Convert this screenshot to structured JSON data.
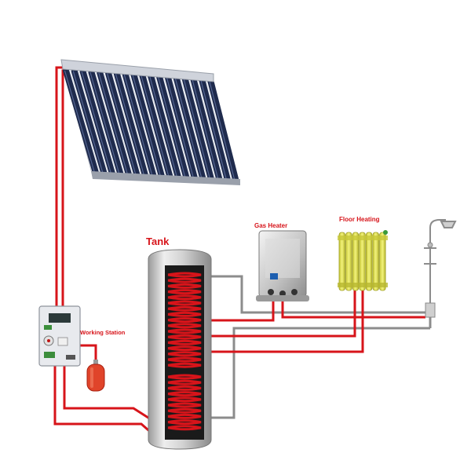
{
  "labels": {
    "tank": "Tank",
    "gas_heater": "Gas Heater",
    "floor_heating": "Floor Heating",
    "working_station": "Working Station"
  },
  "colors": {
    "pipe_hot": "#d7141a",
    "pipe_cold": "#8c8c8c",
    "collector_tube": "#1f2b4d",
    "tank_body": "#c9c9c9",
    "coil": "#d7141a",
    "radiator": "#e3e35a",
    "expansion_vessel": "#e0442a"
  },
  "icons": {
    "collector": "solar-collector-icon",
    "tank": "storage-tank-icon",
    "gas_heater": "gas-heater-icon",
    "radiator": "radiator-icon",
    "shower": "shower-icon",
    "controller": "controller-icon",
    "vessel": "expansion-vessel-icon"
  }
}
